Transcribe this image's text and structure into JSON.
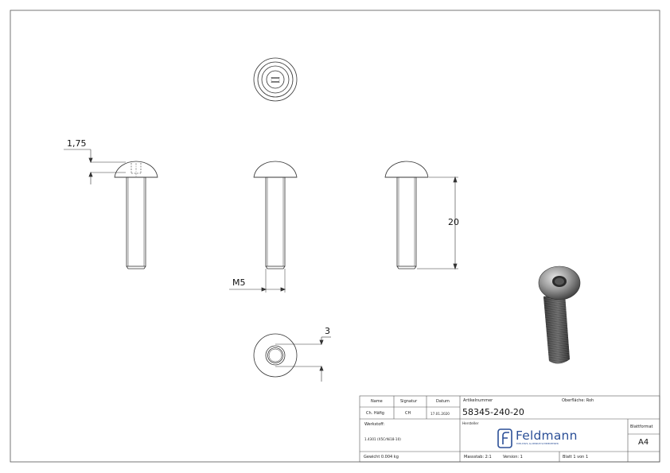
{
  "dimensions": {
    "head_height": "1,75",
    "thread": "M5",
    "length": "20",
    "socket": "3"
  },
  "title_block": {
    "name_header": "Name",
    "signature_header": "Signatur",
    "date_header": "Datum",
    "name": "Ch. Häfig",
    "signature": "CH",
    "date": "17.01.2020",
    "article_number_label": "Artikelnummer",
    "article_number": "58345-240-20",
    "surface": "Oberfläche:  Roh",
    "material_label": "Werkstoff:",
    "material": "1.4301 (X5CrNi18-10)",
    "manufacturer_label": "Hersteller",
    "logo_name": "Feldmann",
    "logo_tagline": "EDELSTAHL ALUMINIUM SCHMIEDEEISEN",
    "sheet_format_label": "Blattformat",
    "sheet_format": "A4",
    "weight": "Gewicht 0.004 kg",
    "scale": "Massstab: 2:1",
    "version": "Version: 1",
    "sheet": "Blatt 1 von 1"
  }
}
